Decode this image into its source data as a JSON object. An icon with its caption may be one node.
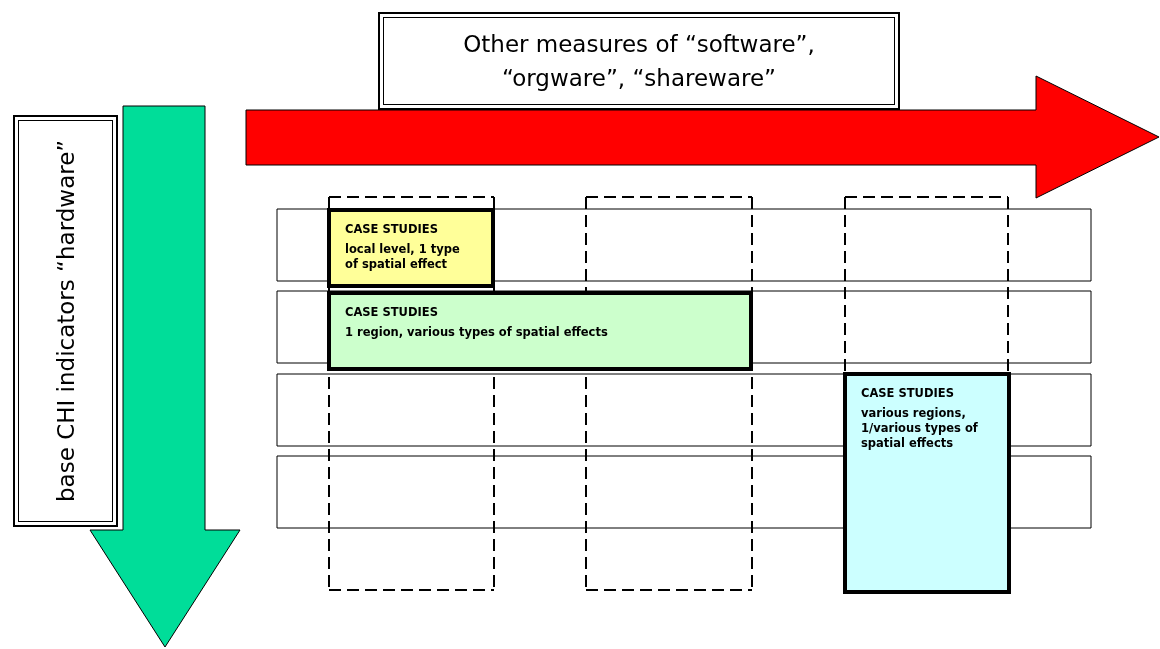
{
  "diagram": {
    "nodes": [
      {
        "text": [
          "Other measures of “software”, “orgware”, “shareware”"
        ]
      },
      {
        "text": [
          "base CHI indicators “hardware”"
        ]
      },
      {
        "text": [
          "CASE STUDIES",
          "local level, 1 type of spatial effect"
        ]
      },
      {
        "text": [
          "CASE STUDIES",
          "1 region, various types of spatial effects"
        ]
      },
      {
        "text": [
          "CASE STUDIES",
          "various regions, 1/various types of spatial effects"
        ]
      }
    ]
  }
}
